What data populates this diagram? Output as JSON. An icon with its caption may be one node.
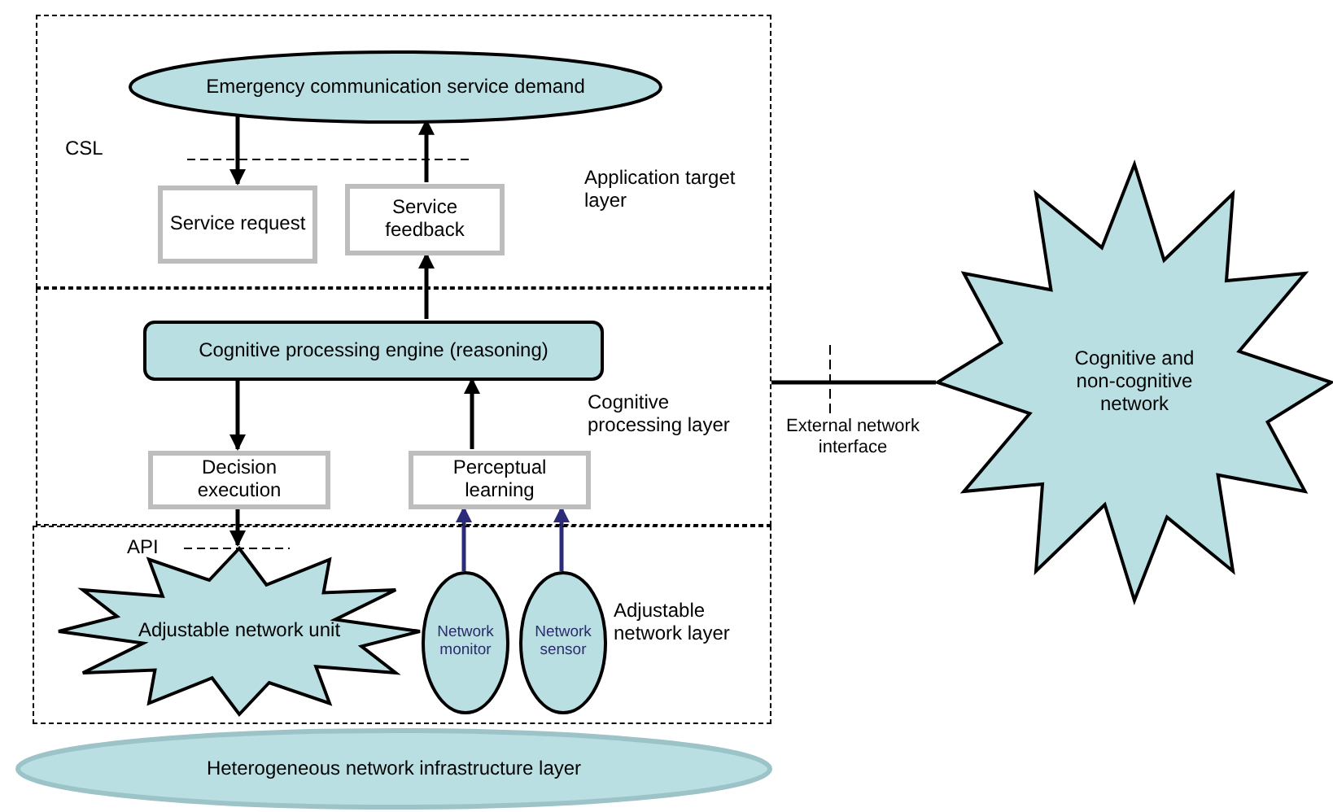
{
  "diagram": {
    "nodes": [
      {
        "text": [
          "Application target layer"
        ]
      },
      {
        "text": [
          "Emergency communication service demand"
        ],
        "in": 0
      },
      {
        "text": [
          "Service request"
        ],
        "in": 0
      },
      {
        "text": [
          "Service feedback"
        ],
        "in": 0
      },
      {
        "text": [
          "Cognitive processing layer"
        ]
      },
      {
        "text": [
          "Cognitive processing engine (reasoning)"
        ],
        "in": 4
      },
      {
        "text": [
          "Decision execution"
        ],
        "in": 4
      },
      {
        "text": [
          "Perceptual learning"
        ],
        "in": 4
      },
      {
        "text": [
          "Adjustable network layer"
        ]
      },
      {
        "text": [
          "Adjustable network unit"
        ],
        "in": 8
      },
      {
        "text": [
          "Network monitor"
        ],
        "in": 8
      },
      {
        "text": [
          "Network sensor"
        ],
        "in": 8
      },
      {
        "text": [
          "Heterogeneous network infrastructure layer"
        ]
      },
      {
        "text": [
          "Cognitive and non-cognitive network"
        ]
      }
    ],
    "edges": [
      {
        "from": 1,
        "to": 2,
        "arrow": "to"
      },
      {
        "from": 3,
        "to": 1,
        "arrow": "to"
      },
      {
        "from": 5,
        "to": 3,
        "arrow": "to"
      },
      {
        "from": 5,
        "to": 6,
        "arrow": "to"
      },
      {
        "from": 7,
        "to": 5,
        "arrow": "to"
      },
      {
        "from": 6,
        "to": 9,
        "arrow": "to"
      },
      {
        "from": 10,
        "to": 7,
        "arrow": "to",
        "color": "#2b2b7a"
      },
      {
        "from": 11,
        "to": 7,
        "arrow": "to",
        "color": "#2b2b7a"
      },
      {
        "from": 4,
        "to": 13,
        "arrow": "none",
        "label": "External network interface"
      }
    ],
    "labels": [
      "CSL",
      "API"
    ]
  }
}
